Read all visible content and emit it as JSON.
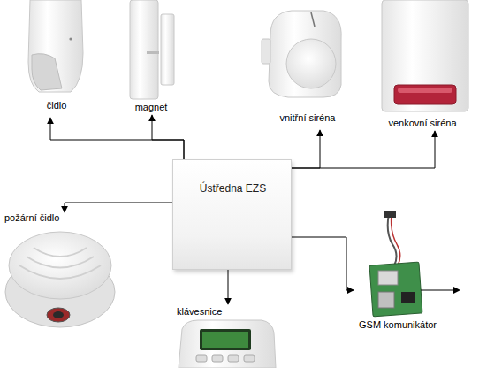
{
  "diagram": {
    "nodes": [
      {
        "text": [
          "Ústředna EZS"
        ]
      },
      {
        "text": [
          "čidlo"
        ]
      },
      {
        "text": [
          "magnet"
        ]
      },
      {
        "text": [
          "vnitřní siréna"
        ]
      },
      {
        "text": [
          "venkovní siréna"
        ]
      },
      {
        "text": [
          "požární čidlo"
        ]
      },
      {
        "text": [
          "klávesnice"
        ]
      },
      {
        "text": [
          "GSM komunikátor"
        ]
      }
    ],
    "edges": [
      {
        "from": 0,
        "to": 1,
        "arrow": "to"
      },
      {
        "from": 0,
        "to": 2,
        "arrow": "to"
      },
      {
        "from": 0,
        "to": 3,
        "arrow": "to"
      },
      {
        "from": 0,
        "to": 4,
        "arrow": "to"
      },
      {
        "from": 0,
        "to": 5,
        "arrow": "to"
      },
      {
        "from": 0,
        "to": 6,
        "arrow": "to"
      },
      {
        "from": 0,
        "to": 7,
        "arrow": "to"
      }
    ]
  }
}
